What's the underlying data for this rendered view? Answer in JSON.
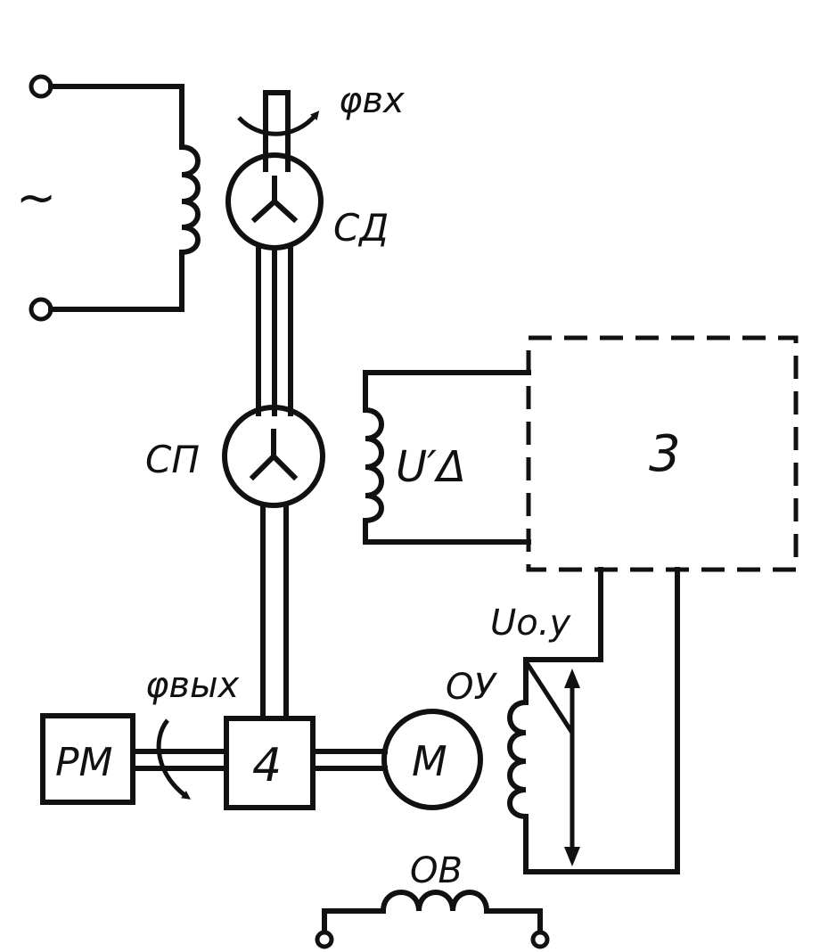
{
  "diagram": {
    "labels": {
      "ac_source": "~",
      "phi_in": "φвх",
      "sd": "СД",
      "sp": "СП",
      "u_delta": "U′Δ",
      "block3": "3",
      "u_oy": "Uо.у",
      "oy": "ОУ",
      "phi_out": "φвых",
      "rm": "РМ",
      "block4": "4",
      "motor": "М",
      "ov": "ОВ"
    }
  }
}
